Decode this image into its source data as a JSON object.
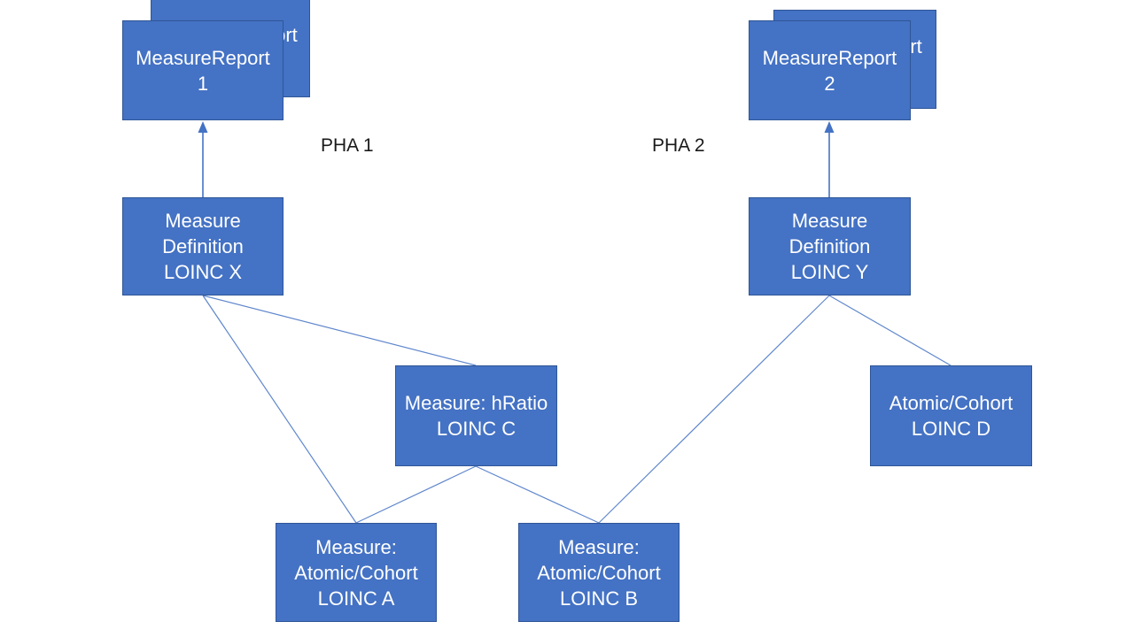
{
  "diagram": {
    "colors": {
      "node_fill": "#4472C4",
      "node_border": "#2F5597",
      "connector": "#4472C4",
      "node_text": "#ffffff",
      "label_text": "#1a1a1a",
      "background": "#ffffff"
    },
    "labels": {
      "pha1": "PHA 1",
      "pha2": "PHA 2"
    },
    "nodes": {
      "report1_back": {
        "lines": [
          "MeasureReport",
          "1"
        ]
      },
      "report1": {
        "lines": [
          "MeasureReport",
          "1"
        ]
      },
      "report2_back": {
        "lines": [
          "MeasureReport",
          "2"
        ]
      },
      "report2": {
        "lines": [
          "MeasureReport",
          "2"
        ]
      },
      "measure_def_x": {
        "lines": [
          "Measure",
          "Definition",
          "LOINC X"
        ]
      },
      "measure_def_y": {
        "lines": [
          "Measure",
          "Definition",
          "LOINC Y"
        ]
      },
      "hratio_c": {
        "lines": [
          "Measure: hRatio",
          "LOINC C"
        ]
      },
      "atomic_d": {
        "lines": [
          "Atomic/Cohort",
          "LOINC D"
        ]
      },
      "measure_a": {
        "lines": [
          "Measure:",
          "Atomic/Cohort",
          "LOINC A"
        ]
      },
      "measure_b": {
        "lines": [
          "Measure:",
          "Atomic/Cohort",
          "LOINC B"
        ]
      }
    },
    "edges": [
      {
        "from": "measure_def_x",
        "to": "report1",
        "type": "arrow"
      },
      {
        "from": "measure_def_y",
        "to": "report2",
        "type": "arrow"
      },
      {
        "from": "measure_def_x",
        "to": "hratio_c",
        "type": "line"
      },
      {
        "from": "measure_def_x",
        "to": "measure_a",
        "type": "line"
      },
      {
        "from": "hratio_c",
        "to": "measure_a",
        "type": "line"
      },
      {
        "from": "hratio_c",
        "to": "measure_b",
        "type": "line"
      },
      {
        "from": "measure_def_y",
        "to": "measure_b",
        "type": "line"
      },
      {
        "from": "measure_def_y",
        "to": "atomic_d",
        "type": "line"
      }
    ]
  }
}
